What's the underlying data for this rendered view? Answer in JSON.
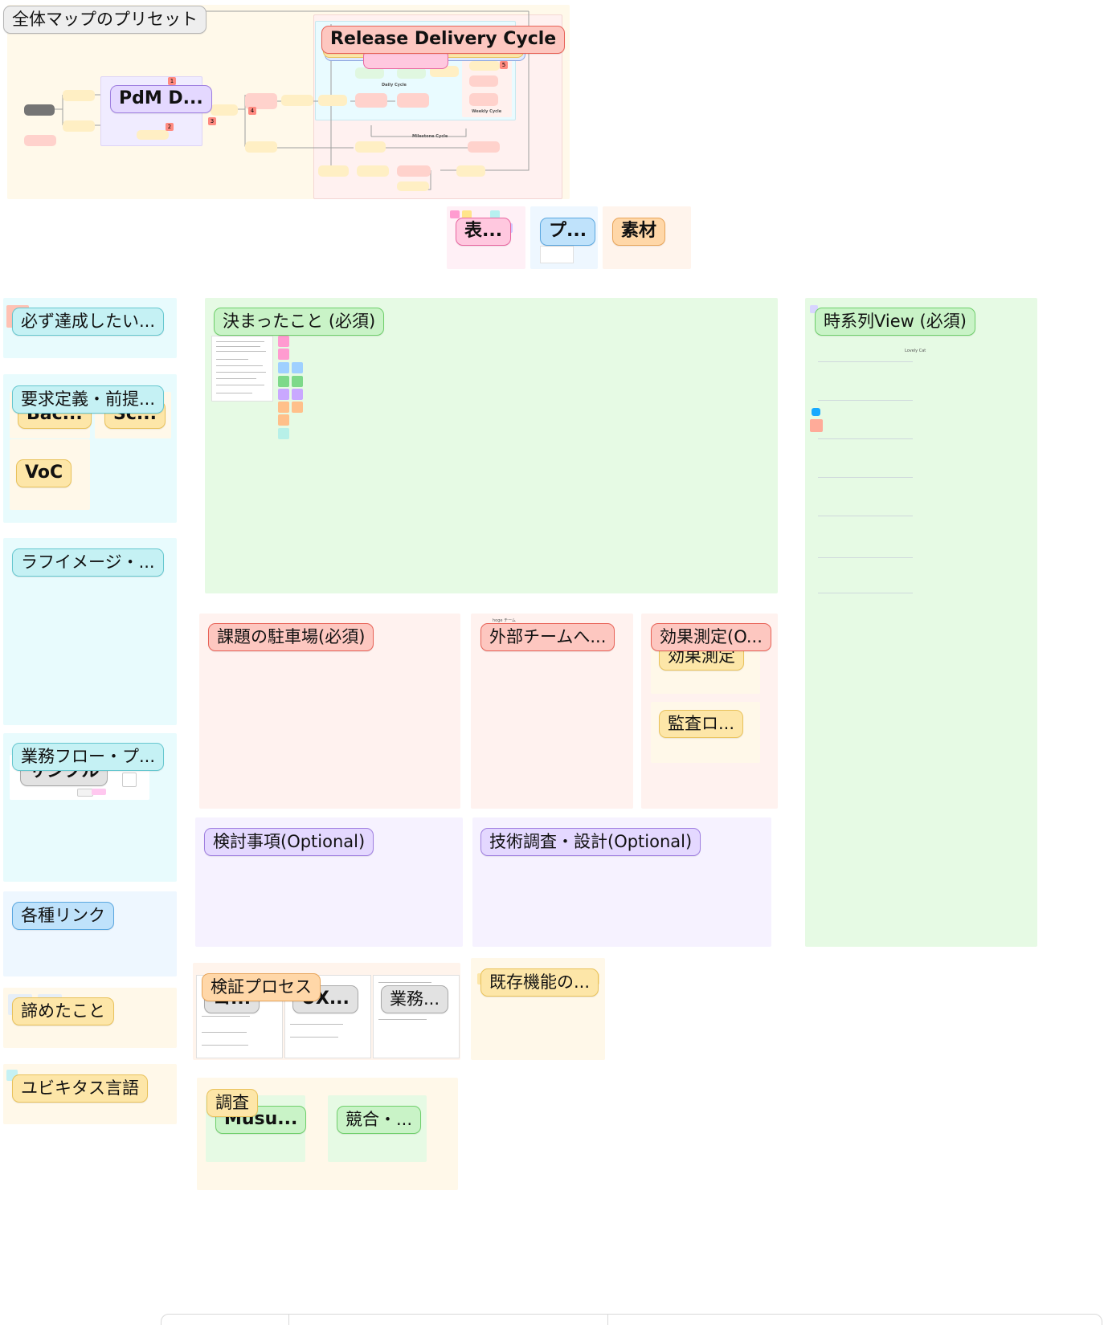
{
  "presets": {
    "title": "全体マップのプリセット",
    "release_cycle": "Release Delivery Cycle",
    "pdm": "PdM D...",
    "hyou": "表...",
    "pu": "プ...",
    "sozai": "素材",
    "daily_cycle": "Daily Cycle",
    "weekly_cycle": "Weekly Cycle",
    "milestone_cycle": "Milestone Cycle",
    "badges": [
      "1",
      "2",
      "3",
      "4",
      "5"
    ]
  },
  "sections": {
    "must_achieve": "必ず達成したい...",
    "requirements": "要求定義・前提...",
    "bac": "Bac...",
    "sc": "Sc...",
    "voc": "VoC",
    "rough_image": "ラフイメージ・...",
    "business_flow": "業務フロー・プ...",
    "sample": "サンプル",
    "links": "各種リンク",
    "gave_up": "諦めたこと",
    "ubiquitous": "ユビキタス言語",
    "decided": "決まったこと (必須)",
    "timeline_view": "時系列View (必須)",
    "timeline_caption": "Lovely Cat",
    "issues_parking": "課題の駐車場(必須)",
    "external_team": "外部チームへ...",
    "external_team_caption": "hoge チーム",
    "effect_measure": "効果測定(O...",
    "effect_measure_inner": "効果測定",
    "audit_log": "監査ロ...",
    "considerations": "検討事項(Optional)",
    "tech_research": "技術調査・設計(Optional)",
    "verification": "検証プロセス",
    "ko": "コ...",
    "ux": "UX...",
    "gyomu": "業務...",
    "existing_features": "既存機能の...",
    "research": "調査",
    "musu": "Musu...",
    "competitor": "競合・..."
  },
  "colors": {
    "yellow_frame": "#fff8e9",
    "cyan_frame": "#e8fbfd",
    "green_frame": "#e6fae4",
    "red_frame": "#fff2ef",
    "purple_frame": "#f6f2ff",
    "blue_frame": "#eef7ff"
  }
}
